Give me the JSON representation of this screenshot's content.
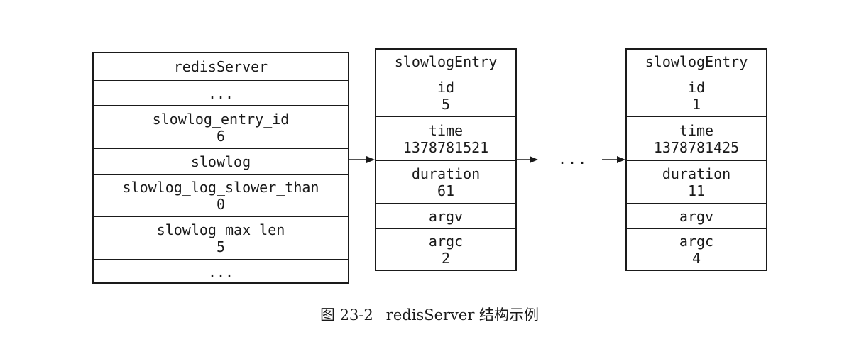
{
  "server": {
    "title": "redisServer",
    "ellipsis_top": "...",
    "entry_id_label": "slowlog_entry_id",
    "entry_id_value": "6",
    "slowlog_label": "slowlog",
    "slower_than_label": "slowlog_log_slower_than",
    "slower_than_value": "0",
    "max_len_label": "slowlog_max_len",
    "max_len_value": "5",
    "ellipsis_bottom": "..."
  },
  "entries": [
    {
      "title": "slowlogEntry",
      "id_label": "id",
      "id_value": "5",
      "time_label": "time",
      "time_value": "1378781521",
      "duration_label": "duration",
      "duration_value": "61",
      "argv_label": "argv",
      "argc_label": "argc",
      "argc_value": "2"
    },
    {
      "title": "slowlogEntry",
      "id_label": "id",
      "id_value": "1",
      "time_label": "time",
      "time_value": "1378781425",
      "duration_label": "duration",
      "duration_value": "11",
      "argv_label": "argv",
      "argc_label": "argc",
      "argc_value": "4"
    }
  ],
  "middle_ellipsis": "...",
  "caption": {
    "number": "图 23-2",
    "text": "redisServer 结构示例"
  }
}
